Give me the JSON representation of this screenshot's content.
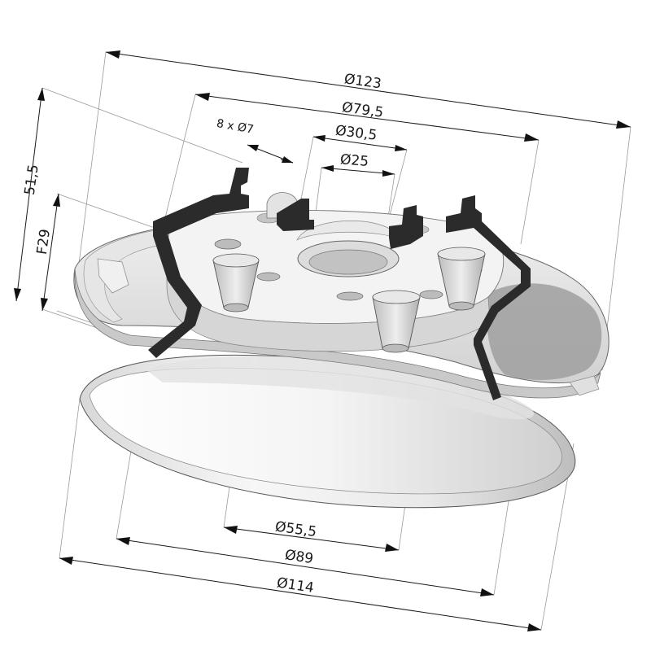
{
  "dimensions": {
    "d_outer_top": "Ø123",
    "d_mount": "Ø79,5",
    "holes": "8 x Ø7",
    "d_inner_1": "Ø30,5",
    "d_inner_2": "Ø25",
    "height_total": "51,5",
    "height_f": "F29",
    "d_lip_inner": "Ø55,5",
    "d_lip_mid": "Ø89",
    "d_lip_outer": "Ø114"
  },
  "colors": {
    "body_light": "#f2f2f2",
    "body_mid": "#d9d9d9",
    "body_shade": "#a8a8a8",
    "section_cut": "#2b2b2b",
    "line": "#1a1a1a"
  }
}
